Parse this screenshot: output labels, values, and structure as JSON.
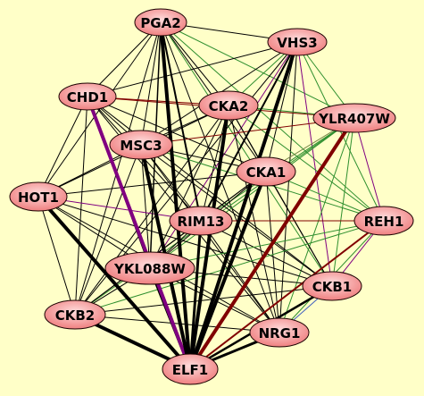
{
  "colors": {
    "background": "#ffffc8",
    "node_fill_light": "#ffdcdc",
    "node_fill_dark": "#ef8080",
    "node_stroke": "#1a0000",
    "edge_black": "#000000",
    "edge_green": "#2f8f2f",
    "edge_purple": "#800080",
    "edge_darkred": "#800000",
    "edge_blue": "#3f5fbf",
    "edge_olive": "#6f7f3f"
  },
  "network": {
    "nodes": [
      {
        "id": "PGA2",
        "label": "PGA2"
      },
      {
        "id": "VHS3",
        "label": "VHS3"
      },
      {
        "id": "CHD1",
        "label": "CHD1"
      },
      {
        "id": "CKA2",
        "label": "CKA2"
      },
      {
        "id": "YLR407W",
        "label": "YLR407W"
      },
      {
        "id": "MSC3",
        "label": "MSC3"
      },
      {
        "id": "CKA1",
        "label": "CKA1"
      },
      {
        "id": "HOT1",
        "label": "HOT1"
      },
      {
        "id": "RIM13",
        "label": "RIM13"
      },
      {
        "id": "REH1",
        "label": "REH1"
      },
      {
        "id": "YKL088W",
        "label": "YKL088W"
      },
      {
        "id": "CKB1",
        "label": "CKB1"
      },
      {
        "id": "CKB2",
        "label": "CKB2"
      },
      {
        "id": "NRG1",
        "label": "NRG1"
      },
      {
        "id": "ELF1",
        "label": "ELF1"
      }
    ],
    "edges": [
      {
        "s": "PGA2",
        "t": "ELF1",
        "color": "edge_black",
        "weight": 4
      },
      {
        "s": "PGA2",
        "t": "VHS3",
        "color": "edge_black",
        "weight": 1
      },
      {
        "s": "PGA2",
        "t": "CHD1",
        "color": "edge_black",
        "weight": 1
      },
      {
        "s": "PGA2",
        "t": "CKA2",
        "color": "edge_black",
        "weight": 1
      },
      {
        "s": "PGA2",
        "t": "YLR407W",
        "color": "edge_green",
        "weight": 1
      },
      {
        "s": "PGA2",
        "t": "MSC3",
        "color": "edge_black",
        "weight": 1
      },
      {
        "s": "PGA2",
        "t": "CKA1",
        "color": "edge_black",
        "weight": 1
      },
      {
        "s": "PGA2",
        "t": "HOT1",
        "color": "edge_black",
        "weight": 1
      },
      {
        "s": "PGA2",
        "t": "RIM13",
        "color": "edge_black",
        "weight": 2
      },
      {
        "s": "PGA2",
        "t": "YKL088W",
        "color": "edge_black",
        "weight": 1.5
      },
      {
        "s": "PGA2",
        "t": "CKB1",
        "color": "edge_green",
        "weight": 1
      },
      {
        "s": "PGA2",
        "t": "CKB2",
        "color": "edge_black",
        "weight": 1
      },
      {
        "s": "PGA2",
        "t": "NRG1",
        "color": "edge_black",
        "weight": 1
      },
      {
        "s": "PGA2",
        "t": "REH1",
        "color": "edge_green",
        "weight": 1
      },
      {
        "s": "VHS3",
        "t": "ELF1",
        "color": "edge_black",
        "weight": 4
      },
      {
        "s": "VHS3",
        "t": "CHD1",
        "color": "edge_black",
        "weight": 1
      },
      {
        "s": "VHS3",
        "t": "CKA2",
        "color": "edge_green",
        "weight": 1
      },
      {
        "s": "VHS3",
        "t": "YLR407W",
        "color": "edge_green",
        "weight": 1
      },
      {
        "s": "VHS3",
        "t": "MSC3",
        "color": "edge_black",
        "weight": 1
      },
      {
        "s": "VHS3",
        "t": "CKA1",
        "color": "edge_black",
        "weight": 1
      },
      {
        "s": "VHS3",
        "t": "RIM13",
        "color": "edge_black",
        "weight": 2
      },
      {
        "s": "VHS3",
        "t": "YKL088W",
        "color": "edge_purple",
        "weight": 1
      },
      {
        "s": "VHS3",
        "t": "CKB1",
        "color": "edge_purple",
        "weight": 1
      },
      {
        "s": "VHS3",
        "t": "CKB2",
        "color": "edge_black",
        "weight": 1
      },
      {
        "s": "VHS3",
        "t": "NRG1",
        "color": "edge_black",
        "weight": 1
      },
      {
        "s": "VHS3",
        "t": "REH1",
        "color": "edge_green",
        "weight": 1
      },
      {
        "s": "CHD1",
        "t": "ELF1",
        "color": "edge_purple",
        "weight": 4
      },
      {
        "s": "CHD1",
        "t": "CKA2",
        "color": "edge_darkred",
        "weight": 1
      },
      {
        "s": "CHD1",
        "t": "YLR407W",
        "color": "edge_darkred",
        "weight": 1
      },
      {
        "s": "CHD1",
        "t": "MSC3",
        "color": "edge_black",
        "weight": 1
      },
      {
        "s": "CHD1",
        "t": "CKA1",
        "color": "edge_black",
        "weight": 1
      },
      {
        "s": "CHD1",
        "t": "HOT1",
        "color": "edge_black",
        "weight": 1
      },
      {
        "s": "CHD1",
        "t": "RIM13",
        "color": "edge_black",
        "weight": 1
      },
      {
        "s": "CHD1",
        "t": "YKL088W",
        "color": "edge_black",
        "weight": 1
      },
      {
        "s": "CHD1",
        "t": "CKB2",
        "color": "edge_black",
        "weight": 1
      },
      {
        "s": "CHD1",
        "t": "NRG1",
        "color": "edge_black",
        "weight": 1
      },
      {
        "s": "CHD1",
        "t": "CKB1",
        "color": "edge_black",
        "weight": 1
      },
      {
        "s": "CKA2",
        "t": "ELF1",
        "color": "edge_black",
        "weight": 4
      },
      {
        "s": "CKA2",
        "t": "YLR407W",
        "color": "edge_green",
        "weight": 1
      },
      {
        "s": "CKA2",
        "t": "MSC3",
        "color": "edge_black",
        "weight": 1
      },
      {
        "s": "CKA2",
        "t": "CKA1",
        "color": "edge_black",
        "weight": 1
      },
      {
        "s": "CKA2",
        "t": "HOT1",
        "color": "edge_black",
        "weight": 1
      },
      {
        "s": "CKA2",
        "t": "RIM13",
        "color": "edge_black",
        "weight": 1
      },
      {
        "s": "CKA2",
        "t": "YKL088W",
        "color": "edge_black",
        "weight": 1
      },
      {
        "s": "CKA2",
        "t": "CKB1",
        "color": "edge_black",
        "weight": 1
      },
      {
        "s": "CKA2",
        "t": "CKB2",
        "color": "edge_black",
        "weight": 1
      },
      {
        "s": "CKA2",
        "t": "NRG1",
        "color": "edge_black",
        "weight": 1
      },
      {
        "s": "CKA2",
        "t": "REH1",
        "color": "edge_green",
        "weight": 1
      },
      {
        "s": "YLR407W",
        "t": "ELF1",
        "color": "edge_darkred",
        "weight": 4
      },
      {
        "s": "YLR407W",
        "t": "MSC3",
        "color": "edge_darkred",
        "weight": 1
      },
      {
        "s": "YLR407W",
        "t": "CKA1",
        "color": "edge_olive",
        "weight": 1
      },
      {
        "s": "YLR407W",
        "t": "RIM13",
        "color": "edge_green",
        "weight": 1
      },
      {
        "s": "YLR407W",
        "t": "YKL088W",
        "color": "edge_green",
        "weight": 1
      },
      {
        "s": "YLR407W",
        "t": "CKB1",
        "color": "edge_green",
        "weight": 1
      },
      {
        "s": "YLR407W",
        "t": "CKB2",
        "color": "edge_green",
        "weight": 1
      },
      {
        "s": "YLR407W",
        "t": "NRG1",
        "color": "edge_green",
        "weight": 1
      },
      {
        "s": "YLR407W",
        "t": "REH1",
        "color": "edge_purple",
        "weight": 1
      },
      {
        "s": "MSC3",
        "t": "ELF1",
        "color": "edge_black",
        "weight": 4
      },
      {
        "s": "MSC3",
        "t": "CKA1",
        "color": "edge_black",
        "weight": 1
      },
      {
        "s": "MSC3",
        "t": "HOT1",
        "color": "edge_black",
        "weight": 1
      },
      {
        "s": "MSC3",
        "t": "RIM13",
        "color": "edge_black",
        "weight": 1
      },
      {
        "s": "MSC3",
        "t": "YKL088W",
        "color": "edge_black",
        "weight": 1
      },
      {
        "s": "MSC3",
        "t": "CKB1",
        "color": "edge_black",
        "weight": 1
      },
      {
        "s": "MSC3",
        "t": "CKB2",
        "color": "edge_black",
        "weight": 1
      },
      {
        "s": "MSC3",
        "t": "NRG1",
        "color": "edge_black",
        "weight": 1
      },
      {
        "s": "MSC3",
        "t": "REH1",
        "color": "edge_green",
        "weight": 1
      },
      {
        "s": "CKA1",
        "t": "ELF1",
        "color": "edge_black",
        "weight": 4
      },
      {
        "s": "CKA1",
        "t": "HOT1",
        "color": "edge_black",
        "weight": 1
      },
      {
        "s": "CKA1",
        "t": "RIM13",
        "color": "edge_black",
        "weight": 1
      },
      {
        "s": "CKA1",
        "t": "YKL088W",
        "color": "edge_black",
        "weight": 1
      },
      {
        "s": "CKA1",
        "t": "CKB1",
        "color": "edge_black",
        "weight": 1
      },
      {
        "s": "CKA1",
        "t": "CKB2",
        "color": "edge_black",
        "weight": 1
      },
      {
        "s": "CKA1",
        "t": "NRG1",
        "color": "edge_black",
        "weight": 1
      },
      {
        "s": "CKA1",
        "t": "REH1",
        "color": "edge_green",
        "weight": 1
      },
      {
        "s": "HOT1",
        "t": "ELF1",
        "color": "edge_black",
        "weight": 4
      },
      {
        "s": "HOT1",
        "t": "RIM13",
        "color": "edge_purple",
        "weight": 1
      },
      {
        "s": "HOT1",
        "t": "YKL088W",
        "color": "edge_black",
        "weight": 1
      },
      {
        "s": "HOT1",
        "t": "CKB2",
        "color": "edge_black",
        "weight": 1
      },
      {
        "s": "HOT1",
        "t": "NRG1",
        "color": "edge_black",
        "weight": 1
      },
      {
        "s": "HOT1",
        "t": "CKB1",
        "color": "edge_black",
        "weight": 1
      },
      {
        "s": "RIM13",
        "t": "ELF1",
        "color": "edge_black",
        "weight": 3
      },
      {
        "s": "RIM13",
        "t": "YKL088W",
        "color": "edge_black",
        "weight": 1
      },
      {
        "s": "RIM13",
        "t": "CKB1",
        "color": "edge_black",
        "weight": 1
      },
      {
        "s": "RIM13",
        "t": "CKB2",
        "color": "edge_black",
        "weight": 1
      },
      {
        "s": "RIM13",
        "t": "NRG1",
        "color": "edge_black",
        "weight": 1
      },
      {
        "s": "RIM13",
        "t": "REH1",
        "color": "edge_darkred",
        "weight": 1
      },
      {
        "s": "REH1",
        "t": "ELF1",
        "color": "edge_darkred",
        "weight": 2
      },
      {
        "s": "REH1",
        "t": "CKB1",
        "color": "edge_purple",
        "weight": 1
      },
      {
        "s": "REH1",
        "t": "NRG1",
        "color": "edge_green",
        "weight": 1
      },
      {
        "s": "REH1",
        "t": "YKL088W",
        "color": "edge_green",
        "weight": 1
      },
      {
        "s": "REH1",
        "t": "CKB2",
        "color": "edge_green",
        "weight": 1
      },
      {
        "s": "YKL088W",
        "t": "ELF1",
        "color": "edge_black",
        "weight": 3
      },
      {
        "s": "YKL088W",
        "t": "CKB1",
        "color": "edge_black",
        "weight": 1
      },
      {
        "s": "YKL088W",
        "t": "CKB2",
        "color": "edge_black",
        "weight": 1
      },
      {
        "s": "YKL088W",
        "t": "NRG1",
        "color": "edge_black",
        "weight": 1
      },
      {
        "s": "CKB1",
        "t": "ELF1",
        "color": "edge_black",
        "weight": 2.5
      },
      {
        "s": "CKB1",
        "t": "CKB2",
        "color": "edge_black",
        "weight": 1
      },
      {
        "s": "CKB1",
        "t": "NRG1",
        "color": "edge_blue",
        "weight": 1
      },
      {
        "s": "CKB2",
        "t": "ELF1",
        "color": "edge_black",
        "weight": 4
      },
      {
        "s": "CKB2",
        "t": "NRG1",
        "color": "edge_black",
        "weight": 1
      },
      {
        "s": "NRG1",
        "t": "ELF1",
        "color": "edge_black",
        "weight": 3
      }
    ]
  }
}
